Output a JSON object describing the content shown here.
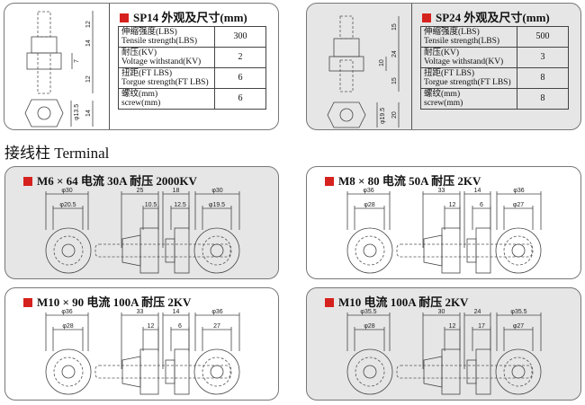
{
  "spec_panels": [
    {
      "title": "SP14 外观及尺寸(mm)",
      "dims": {
        "top": "12",
        "mid": "14",
        "inner": "7",
        "bottom": "12",
        "phi": "φ13.5",
        "hex": "14"
      },
      "rows": [
        {
          "cn": "伸缩强度(LBS)",
          "en": "Tensile strength(LBS)",
          "value": "300"
        },
        {
          "cn": "耐压(KV)",
          "en": "Voltage withstand(KV)",
          "value": "2"
        },
        {
          "cn": "扭距(FT LBS)",
          "en": "Torgue strength(FT LBS)",
          "value": "6"
        },
        {
          "cn": "螺纹(mm)",
          "en": "screw(mm)",
          "value": "6"
        }
      ]
    },
    {
      "title": "SP24 外观及尺寸(mm)",
      "dims": {
        "top": "15",
        "mid": "24",
        "inner": "10",
        "bottom": "15",
        "phi": "φ19.5",
        "hex": "20"
      },
      "rows": [
        {
          "cn": "伸缩强度(LBS)",
          "en": "Tensile strength(LBS)",
          "value": "500"
        },
        {
          "cn": "耐压(KV)",
          "en": "Voltage withstand(KV)",
          "value": "3"
        },
        {
          "cn": "扭距(FT LBS)",
          "en": "Torgue strength(FT LBS)",
          "value": "8"
        },
        {
          "cn": "螺纹(mm)",
          "en": "screw(mm)",
          "value": "8"
        }
      ]
    }
  ],
  "section_heading": "接线柱 Terminal",
  "terminals": [
    {
      "title": "M6 × 64  电流 30A 耐压 2000KV",
      "dims": [
        "φ30",
        "φ20.5",
        "25",
        "10.5",
        "18",
        "12.5",
        "φ30",
        "φ19.5"
      ]
    },
    {
      "title": "M8 × 80  电流 50A 耐压 2KV",
      "dims": [
        "φ36",
        "φ28",
        "33",
        "12",
        "14",
        "6",
        "φ36",
        "φ27"
      ]
    },
    {
      "title": "M10 × 90  电流 100A 耐压 2KV",
      "dims": [
        "φ36",
        "φ28",
        "33",
        "12",
        "14",
        "6",
        "φ36",
        "27"
      ]
    },
    {
      "title": "M10  电流 100A 耐压 2KV",
      "dims": [
        "φ35.5",
        "φ28",
        "30",
        "12",
        "24",
        "17",
        "φ35.5",
        "φ27"
      ]
    }
  ],
  "colors": {
    "accent": "#d6221e",
    "panel_gray": "#e6e6e6"
  }
}
